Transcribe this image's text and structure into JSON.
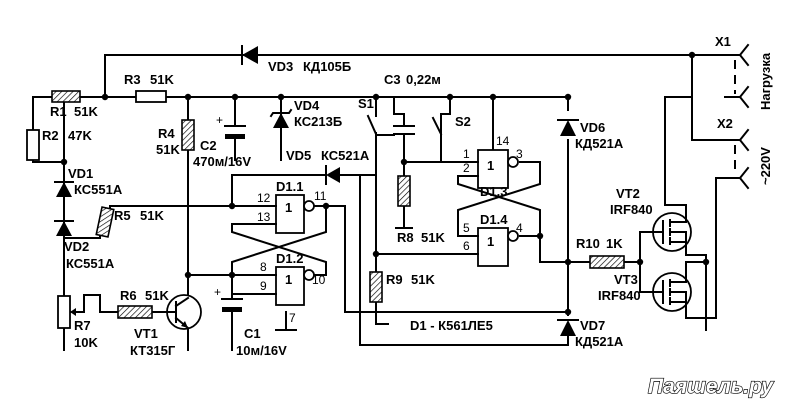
{
  "watermark": "Паяшель.ру",
  "terminals": {
    "x1": "X1",
    "x2": "X2",
    "load": "Нагрузка",
    "mains": "~220V"
  },
  "diodes": {
    "vd1": {
      "name": "VD1",
      "type": "КС551А"
    },
    "vd2": {
      "name": "VD2",
      "type": "КС551А"
    },
    "vd3": {
      "name": "VD3",
      "type": "КД105Б"
    },
    "vd4": {
      "name": "VD4",
      "type": "КС213Б"
    },
    "vd5": {
      "name": "VD5",
      "type": "КС521А"
    },
    "vd6": {
      "name": "VD6",
      "type": "КД521А"
    },
    "vd7": {
      "name": "VD7",
      "type": "КД521А"
    }
  },
  "resistors": {
    "r1": {
      "name": "R1",
      "value": "51K"
    },
    "r2": {
      "name": "R2",
      "value": "47K"
    },
    "r3": {
      "name": "R3",
      "value": "51K"
    },
    "r4": {
      "name": "R4",
      "value": "51K"
    },
    "r5": {
      "name": "R5",
      "value": "51K"
    },
    "r6": {
      "name": "R6",
      "value": "51K"
    },
    "r7": {
      "name": "R7",
      "value": "10K"
    },
    "r8": {
      "name": "R8",
      "value": "51K"
    },
    "r9": {
      "name": "R9",
      "value": "51K"
    },
    "r10": {
      "name": "R10",
      "value": "1K"
    }
  },
  "capacitors": {
    "c1": {
      "name": "C1",
      "value": "10м/16V"
    },
    "c2": {
      "name": "C2",
      "value": "470м/16V"
    },
    "c3": {
      "name": "C3",
      "value": "0,22м"
    }
  },
  "transistors": {
    "vt1": {
      "name": "VT1",
      "type": "КТ315Г"
    },
    "vt2": {
      "name": "VT2",
      "type": "IRF840"
    },
    "vt3": {
      "name": "VT3",
      "type": "IRF840"
    }
  },
  "switches": {
    "s1": "S1",
    "s2": "S2"
  },
  "gates": {
    "d11": {
      "name": "D1.1",
      "symbol": "1",
      "pins": [
        "12",
        "13",
        "11"
      ]
    },
    "d12": {
      "name": "D1.2",
      "symbol": "1",
      "pins": [
        "8",
        "9",
        "10"
      ]
    },
    "d13": {
      "name": "D1.3",
      "symbol": "1",
      "pins": [
        "1",
        "2",
        "3"
      ]
    },
    "d14": {
      "name": "D1.4",
      "symbol": "1",
      "pins": [
        "5",
        "6",
        "4"
      ]
    }
  },
  "ic_pins": {
    "vdd": "14",
    "gnd": "7"
  },
  "ic_note": "D1 - К561ЛЕ5"
}
